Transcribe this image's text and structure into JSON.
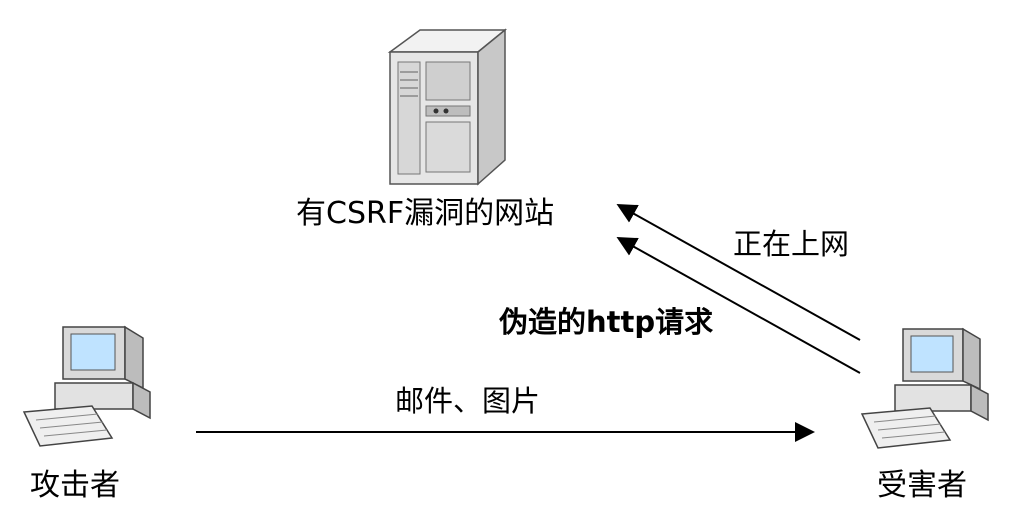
{
  "nodes": {
    "server_label": "有CSRF漏洞的网站",
    "attacker_label": "攻击者",
    "victim_label": "受害者"
  },
  "edges": {
    "browsing_label": "正在上网",
    "forged_label": "伪造的http请求",
    "mail_label": "邮件、图片"
  },
  "icons": {
    "server": "server-tower-icon",
    "attacker_pc": "desktop-computer-icon",
    "victim_pc": "desktop-computer-icon"
  },
  "colors": {
    "line": "#000000",
    "server_body": "#e6e6e6",
    "monitor_screen": "#bfe3ff"
  }
}
